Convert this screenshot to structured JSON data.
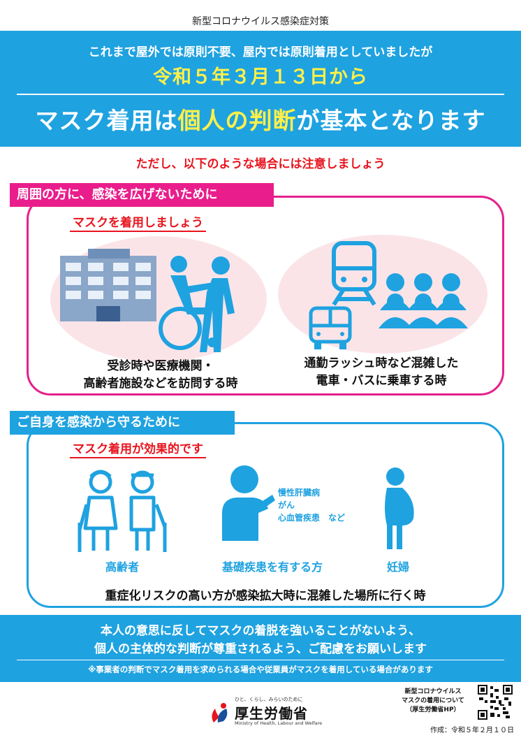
{
  "top_label": "新型コロナウイルス感染症対策",
  "header": {
    "line1": "これまで屋外では原則不要、屋内では原則着用としていましたが",
    "date": "令和５年３月１３日から",
    "main_a": "マスク着用は",
    "main_hl": "個人の判断",
    "main_b": "が基本となります"
  },
  "notice": "ただし、以下のような場合には注意しましょう",
  "section1": {
    "tab": "周囲の方に、感染を広げないために",
    "subtitle": "マスクを着用しましょう",
    "case1_line1": "受診時や医療機関・",
    "case1_line2": "高齢者施設などを訪問する時",
    "case2_line1": "通勤ラッシュ時など混雑した",
    "case2_line2": "電車・バスに乗車する時"
  },
  "section2": {
    "tab": "ご自身を感染から守るために",
    "subtitle": "マスク着用が効果的です",
    "label_elderly": "高齢者",
    "label_disease": "基礎疾患を有する方",
    "label_pregnant": "妊婦",
    "disease_1": "慢性肝臓病",
    "disease_2": "がん",
    "disease_3": "心血管疾患　など",
    "bottom": "重症化リスクの高い方が感染拡大時に混雑した場所に行く時"
  },
  "footer": {
    "line1": "本人の意思に反してマスクの着脱を強いることがないよう、",
    "line2": "個人の主体的な判断が尊重されるよう、ご配慮をお願いします",
    "note": "※事業者の判断でマスク着用を求められる場合や従業員がマスクを着用している場合があります"
  },
  "logo": {
    "tagline": "ひと、くらし、みらいのために",
    "name": "厚生労働省",
    "english": "Ministry of Health, Labour and Welfare"
  },
  "hp": {
    "line1": "新型コロナウイルス",
    "line2": "マスクの着用について",
    "line3": "（厚生労働省HP）"
  },
  "created": "作成：令和５年２月１０日",
  "colors": {
    "blue": "#1fa2e0",
    "pink": "#e91e8c",
    "red": "#e8141e",
    "yellow": "#fff04a"
  }
}
